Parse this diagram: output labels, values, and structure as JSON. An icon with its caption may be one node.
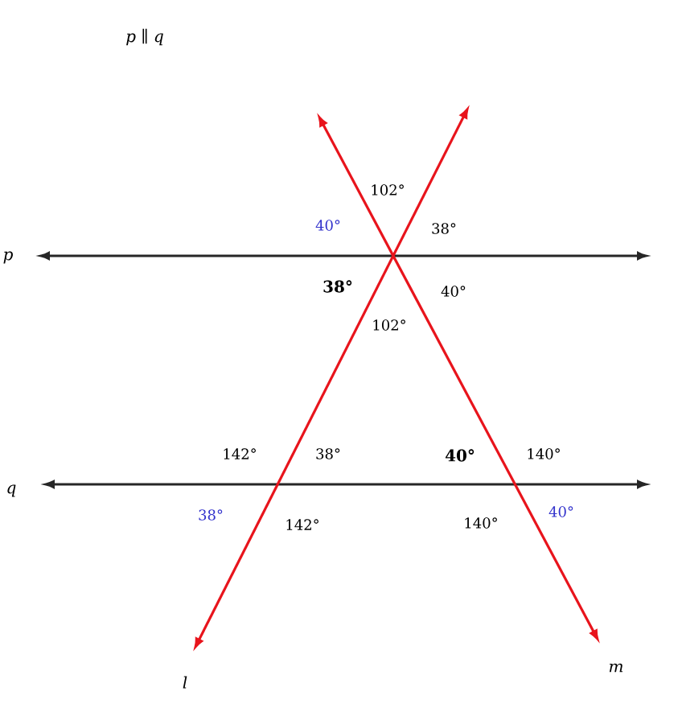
{
  "diagram": {
    "labels": [
      "p ∥ q",
      "p",
      "q",
      "l",
      "m",
      "102°",
      "40°",
      "38°",
      "38°",
      "40°",
      "102°",
      "142°",
      "38°",
      "40°",
      "140°",
      "38°",
      "142°",
      "140°",
      "40°"
    ]
  }
}
